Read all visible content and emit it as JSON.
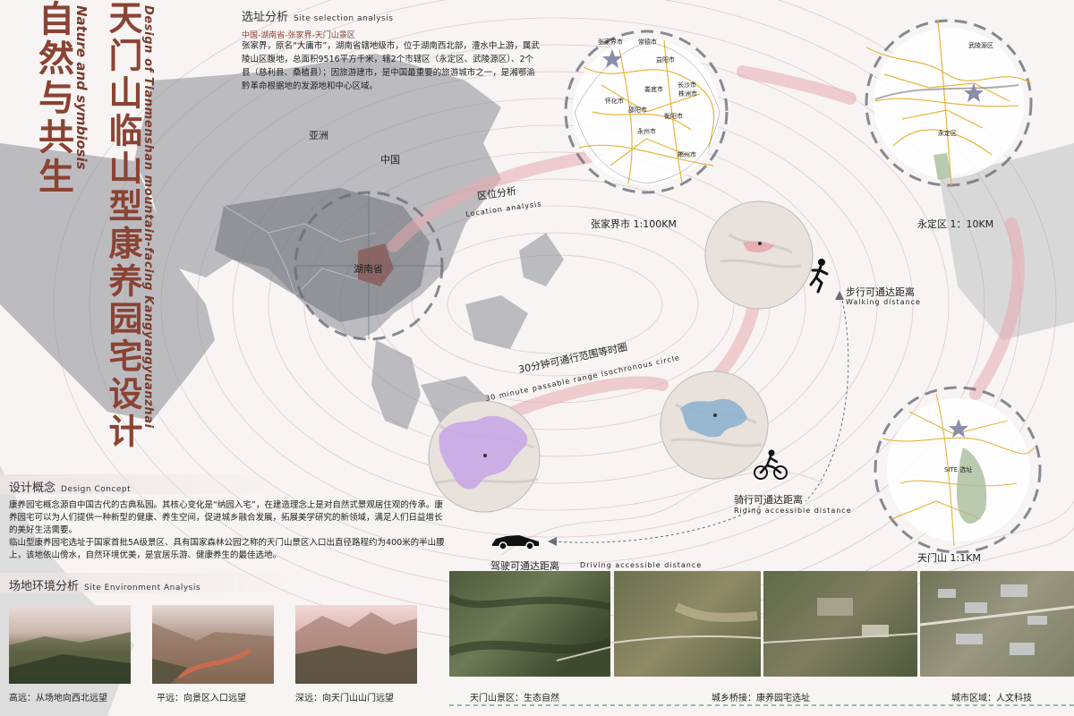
{
  "title": {
    "main_cn": "天门山临山型康养园宅设计",
    "main_en": "Design of Tianmenshan mountain-facing Kangyangyuanzhai",
    "theme_cn": "自然与共生",
    "theme_en": "Nature and symbiosis"
  },
  "site_selection": {
    "heading_cn": "选址分析",
    "heading_en": "Site selection analysis",
    "path": "中国-湖南省-张家界-天门山景区",
    "paragraph": "张家界，原名“大庸市”，湖南省辖地级市，位于湖南西北部，澧水中上游，属武陵山区腹地，总面积9516平方千米，辖2个市辖区（永定区、武陵源区）、2个县（慈利县、桑植县）；因旅游建市，是中国最重要的旅游城市之一，是湘鄂渝黔革命根据地的发源地和中心区域。"
  },
  "asia_map": {
    "asia": "亚洲",
    "china": "中国",
    "hunan": "湖南省",
    "location_cn": "区位分析",
    "location_en": "Location analysis"
  },
  "scale_maps": {
    "zjj": "张家界市 1:100KM",
    "yongding": "永定区  1：10KM",
    "tianmen": "天门山  1:1KM",
    "zjj_cities": [
      "张家界市",
      "常德市",
      "益阳市",
      "长沙市",
      "怀化市",
      "娄底市",
      "株洲市",
      "邵阳市",
      "衡阳市",
      "永州市",
      "郴州市"
    ],
    "yd_labels": [
      "武陵源区",
      "永定区"
    ],
    "site_label": "SITE 选址"
  },
  "isochrone": {
    "title_cn": "30分钟可通行范围等时圈",
    "title_en": "30 minute passable range isochronous circle",
    "walking_cn": "步行可通达距离",
    "walking_en": "Walking distance",
    "riding_cn": "骑行可通达距离",
    "riding_en": "Riding accessible distance",
    "driving_cn": "驾驶可通达距离",
    "driving_en": "Driving accessible distance"
  },
  "design_concept": {
    "heading_cn": "设计概念",
    "heading_en": "Design Concept",
    "paragraph1": "康养园宅概念源自中国古代的古典私园。其核心变化是“纳园入宅”，在建造理念上是对自然式景观居住观的传承。康养园宅可以为人们提供一种新型的健康、养生空间，促进城乡融合发展，拓展美学研究的新领域，满足人们日益增长的美好生活需要。",
    "paragraph2": "临山型康养园宅选址于国家首批5A级景区、具有国家森林公园之称的天门山景区入口出直径路程约为400米的半山腰上，该地依山傍水，自然环境优美，是宜居乐游、健康养生的最佳选地。"
  },
  "site_env": {
    "heading_cn": "场地环境分析",
    "heading_en": "Site Environment Analysis",
    "photos": [
      "高远：从场地向西北远望",
      "平远：向景区入口远望",
      "深远：向天门山山门远望"
    ]
  },
  "aerial_strip": {
    "captions": [
      "天门山景区：生态自然",
      "城乡桥接：康养园宅选址",
      "城市区域：人文科技"
    ]
  },
  "colors": {
    "title": "#7a3a2c",
    "accent_pink": "#e8a9ae",
    "map_gray": "#8c8f96",
    "route_gold": "#e6b43c",
    "purple": "#c6a8e6",
    "blue_iso": "#8fb3cf"
  }
}
